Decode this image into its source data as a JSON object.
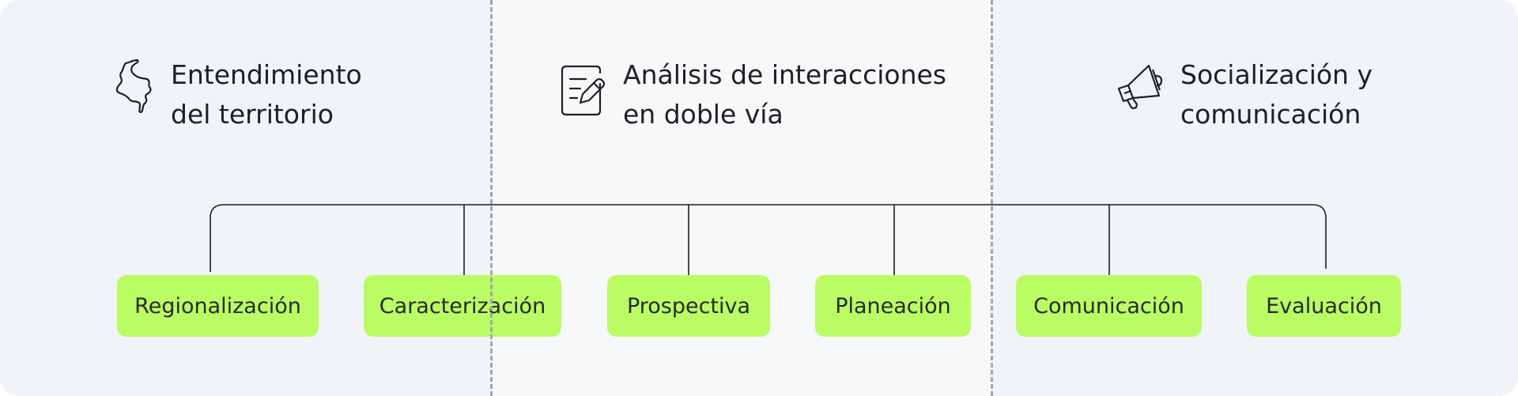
{
  "columns": [
    {
      "title_line1": "Entendimiento",
      "title_line2": "del territorio",
      "icon": "colombia-map-icon"
    },
    {
      "title_line1": "Análisis de interacciones",
      "title_line2": "en doble vía",
      "icon": "edit-document-icon"
    },
    {
      "title_line1": "Socialización y",
      "title_line2": "comunicación",
      "icon": "megaphone-icon"
    }
  ],
  "nodes": [
    "Regionalización",
    "Caracterización",
    "Prospectiva",
    "Planeación",
    "Comunicación",
    "Evaluación"
  ],
  "colors": {
    "node_fill": "#b9fc63",
    "line": "#1f1f24",
    "background": "#f0f3f7",
    "divider": "#a6a6a6"
  }
}
